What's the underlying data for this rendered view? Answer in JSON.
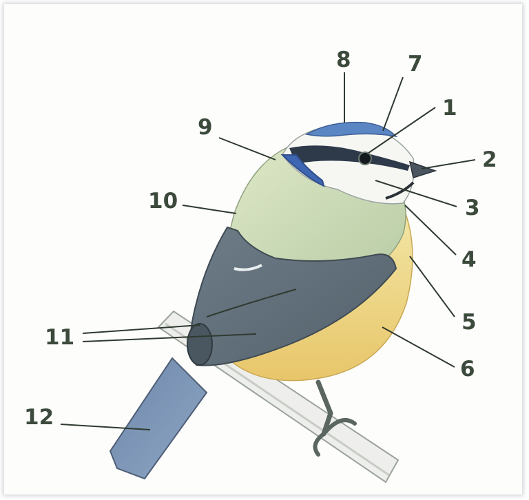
{
  "diagram": {
    "subject": "blue tit",
    "labels": [
      {
        "id": "1",
        "text": "1"
      },
      {
        "id": "2",
        "text": "2"
      },
      {
        "id": "3",
        "text": "3"
      },
      {
        "id": "4",
        "text": "4"
      },
      {
        "id": "5",
        "text": "5"
      },
      {
        "id": "6",
        "text": "6"
      },
      {
        "id": "7",
        "text": "7"
      },
      {
        "id": "8",
        "text": "8"
      },
      {
        "id": "9",
        "text": "9"
      },
      {
        "id": "10",
        "text": "10"
      },
      {
        "id": "11",
        "text": "11"
      },
      {
        "id": "12",
        "text": "12"
      }
    ]
  }
}
